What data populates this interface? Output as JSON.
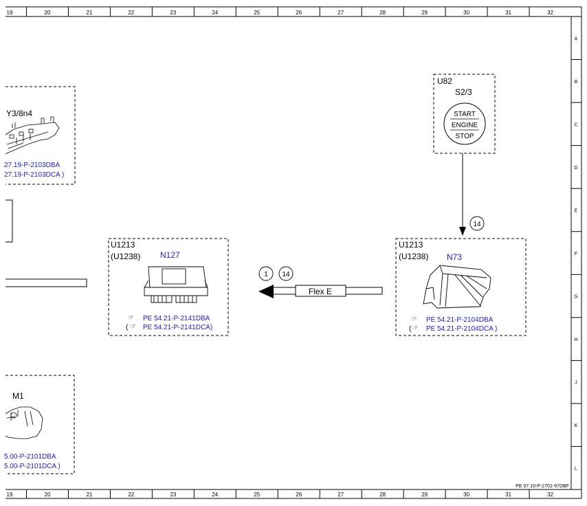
{
  "columns": [
    "19",
    "20",
    "21",
    "22",
    "23",
    "24",
    "25",
    "26",
    "27",
    "28",
    "29",
    "30",
    "31",
    "32"
  ],
  "rows": [
    "A",
    "B",
    "C",
    "D",
    "E",
    "F",
    "G",
    "H",
    "J",
    "K",
    "L"
  ],
  "footer_code": "PE 07.10-P-2701-97DBF",
  "box_y3": {
    "name": "Y3/8n4",
    "ref1": "27.19-P-2103DBA",
    "ref2": "27.19-P-2103DCA )"
  },
  "box_m1": {
    "name": "M1",
    "ref1": "5.00-P-2101DBA",
    "ref2": "5.00-P-2101DCA )"
  },
  "box_n127": {
    "code1": "U1213",
    "code2": "(U1238)",
    "name": "N127",
    "ref1": "PE 54.21-P-2141DBA",
    "ref2": "PE 54.21-P-2141DCA)",
    "ref2_prefix": "("
  },
  "box_n73": {
    "code1": "U1213",
    "code2": "(U1238)",
    "name": "N73",
    "ref1": "PE 54.21-P-2104DBA",
    "ref2": "PE 54.21-P-2104DCA )",
    "ref2_prefix": "("
  },
  "box_u82": {
    "code": "U82",
    "name": "S2/3",
    "btn_top": "START",
    "btn_mid": "ENGINE",
    "btn_bot": "STOP"
  },
  "signal_14_vertical": "14",
  "signal_1": "1",
  "signal_14_horizontal": "14",
  "bus_label": "Flex E"
}
